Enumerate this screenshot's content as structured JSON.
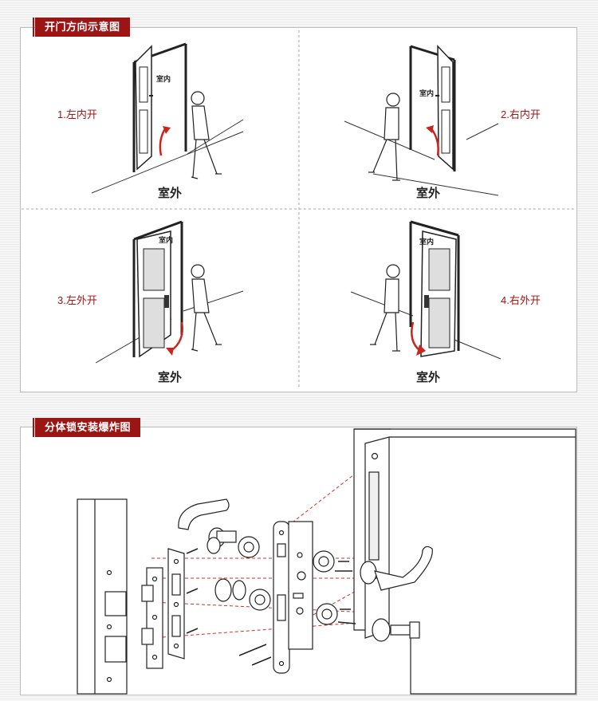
{
  "sections": {
    "opening_direction": {
      "title": "开门方向示意图",
      "cells": [
        {
          "label": "1.左内开",
          "inside": "室内",
          "outside": "室外"
        },
        {
          "label": "2.右内开",
          "inside": "室内",
          "outside": "室外"
        },
        {
          "label": "3.左外开",
          "inside": "室内",
          "outside": "室外"
        },
        {
          "label": "4.右外开",
          "inside": "室内",
          "outside": "室外"
        }
      ]
    },
    "exploded_view": {
      "title": "分体锁安装爆炸图"
    }
  },
  "colors": {
    "accent": "#9b1515",
    "label_red": "#a31515",
    "arrow_red": "#c8261e",
    "guide_red": "#d0302a"
  }
}
